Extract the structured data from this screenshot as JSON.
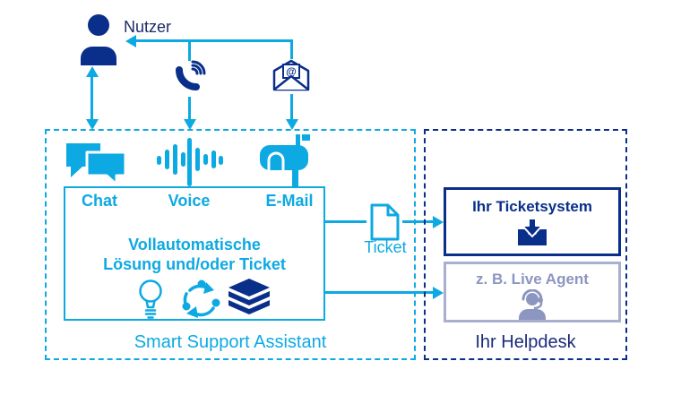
{
  "colors": {
    "cyan": "#0DA9E2",
    "navy": "#0A2F8A",
    "dark_text": "#1B2B6B",
    "gray_blue": "#8C96C0",
    "gray_border": "#A9B0CF",
    "background": "#FFFFFF"
  },
  "user": {
    "label": "Nutzer"
  },
  "icons": {
    "user": "person-silhouette",
    "phone": "phone-with-signal-waves",
    "email": "open-envelope-with-at-sign",
    "email_at": "@",
    "chat": "speech-bubbles",
    "voice": "audio-waveform",
    "mailbox": "mailbox-with-flag",
    "idea": "lightbulb",
    "cycle": "process-cycle-dots-arrows",
    "knowledge": "book-stack",
    "ticket": "document-with-folded-corner",
    "inbox": "inbox-with-down-arrow",
    "agent": "person-with-headset"
  },
  "assistant_box": {
    "channels": [
      {
        "label": "Chat"
      },
      {
        "label": "Voice"
      },
      {
        "label": "E-Mail"
      }
    ],
    "auto_text_line1": "Vollautomatische",
    "auto_text_line2": "Lösung und/oder Ticket",
    "caption": "Smart Support Assistant"
  },
  "ticket": {
    "label": "Ticket"
  },
  "helpdesk_box": {
    "ticketsystem": {
      "label": "Ihr Ticketsystem"
    },
    "live_agent": {
      "label": "z. B. Live Agent"
    },
    "caption": "Ihr Helpdesk"
  }
}
